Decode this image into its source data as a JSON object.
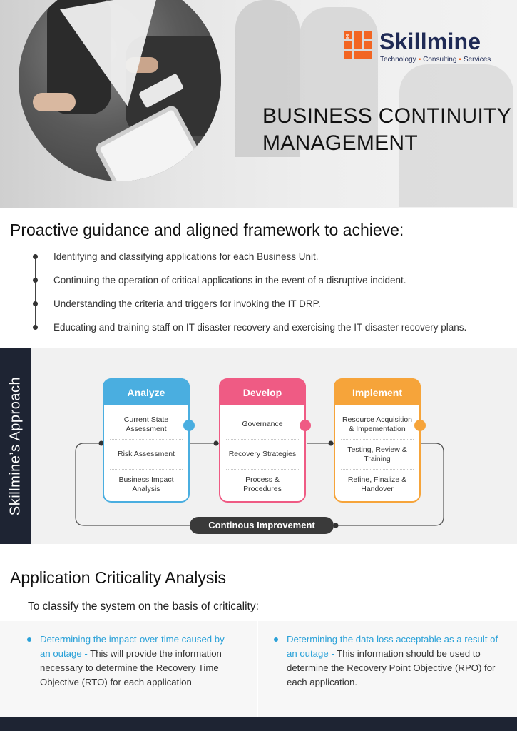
{
  "brand": {
    "name": "Skillmine",
    "tagline_parts": [
      "Technology",
      "Consulting",
      "Services"
    ],
    "accent": "#f26522",
    "navy": "#1f2a55"
  },
  "hero": {
    "title_line1": "BUSINESS CONTINUITY",
    "title_line2": "MANAGEMENT"
  },
  "proactive": {
    "heading": "Proactive guidance and aligned framework to achieve:",
    "items": [
      "Identifying and classifying applications for each Business Unit.",
      "Continuing the operation of critical applications in the event of a disruptive incident.",
      "Understanding the criteria and triggers for invoking the IT DRP.",
      "Educating and training staff on IT disaster recovery and exercising the IT disaster recovery plans."
    ]
  },
  "approach": {
    "side_label": "Skillmine’s Approach",
    "cards": [
      {
        "title": "Analyze",
        "color": "#4aaee0",
        "items": [
          "Current State Assessment",
          "Risk Assessment",
          "Business Impact Analysis"
        ]
      },
      {
        "title": "Develop",
        "color": "#ef5b84",
        "items": [
          "Governance",
          "Recovery Strategies",
          "Process & Procedures"
        ]
      },
      {
        "title": "Implement",
        "color": "#f6a43a",
        "items": [
          "Resource Acquisition & Impementation",
          "Testing, Review & Training",
          "Refine, Finalize & Handover"
        ]
      }
    ],
    "loop_label": "Continous Improvement"
  },
  "criticality": {
    "heading": "Application Criticality Analysis",
    "subheading": "To classify the system on the basis of criticality:",
    "points": [
      {
        "highlight": "Determining the impact-over-time caused by an outage -",
        "text": " This will provide the information necessary to determine the Recovery Time Objective (RTO) for each application"
      },
      {
        "highlight": "Determining the data loss acceptable as a result of an outage -",
        "text": " This information should be used to determine the Recovery Point Objective (RPO) for each application."
      }
    ],
    "highlight_color": "#2aa1d8"
  }
}
